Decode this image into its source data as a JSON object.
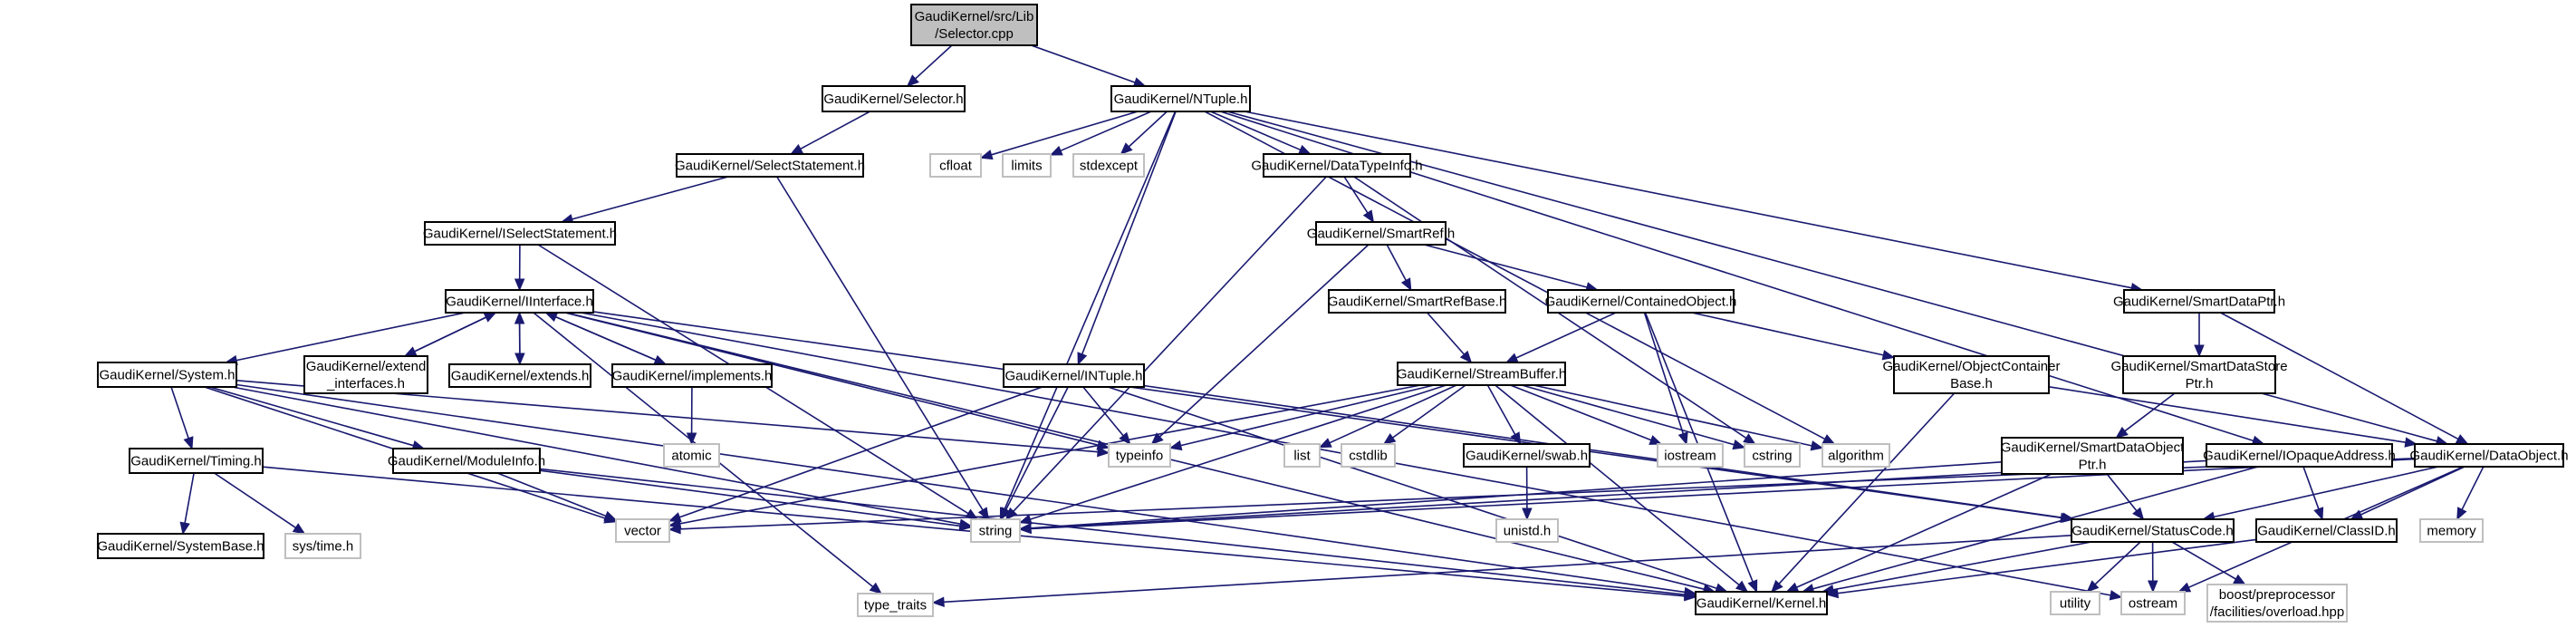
{
  "diagram": {
    "type": "include-dependency-graph",
    "colors": {
      "edge": "#191970",
      "root_fill": "#bfbfbf",
      "root_border": "#000000",
      "local_border": "#000000",
      "system_border": "#bfbfbf",
      "fill": "#ffffff"
    },
    "nodes": [
      {
        "id": "root",
        "lines": [
          "GaudiKernel/src/Lib",
          "/Selector.cpp"
        ],
        "kind": "root"
      },
      {
        "id": "selector_h",
        "lines": [
          "GaudiKernel/Selector.h"
        ],
        "kind": "local"
      },
      {
        "id": "ntuple_h",
        "lines": [
          "GaudiKernel/NTuple.h"
        ],
        "kind": "local"
      },
      {
        "id": "selectstatement_h",
        "lines": [
          "GaudiKernel/SelectStatement.h"
        ],
        "kind": "local"
      },
      {
        "id": "cfloat",
        "lines": [
          "cfloat"
        ],
        "kind": "system"
      },
      {
        "id": "limits",
        "lines": [
          "limits"
        ],
        "kind": "system"
      },
      {
        "id": "stdexcept",
        "lines": [
          "stdexcept"
        ],
        "kind": "system"
      },
      {
        "id": "datatypeinfo_h",
        "lines": [
          "GaudiKernel/DataTypeInfo.h"
        ],
        "kind": "local"
      },
      {
        "id": "iselectstatement_h",
        "lines": [
          "GaudiKernel/ISelectStatement.h"
        ],
        "kind": "local"
      },
      {
        "id": "smartref_h",
        "lines": [
          "GaudiKernel/SmartRef.h"
        ],
        "kind": "local"
      },
      {
        "id": "iinterface_h",
        "lines": [
          "GaudiKernel/IInterface.h"
        ],
        "kind": "local"
      },
      {
        "id": "smartrefbase_h",
        "lines": [
          "GaudiKernel/SmartRefBase.h"
        ],
        "kind": "local"
      },
      {
        "id": "containedobject_h",
        "lines": [
          "GaudiKernel/ContainedObject.h"
        ],
        "kind": "local"
      },
      {
        "id": "smartdataptr_h",
        "lines": [
          "GaudiKernel/SmartDataPtr.h"
        ],
        "kind": "local"
      },
      {
        "id": "system_h",
        "lines": [
          "GaudiKernel/System.h"
        ],
        "kind": "local"
      },
      {
        "id": "extend_interfaces_h",
        "lines": [
          "GaudiKernel/extend",
          "_interfaces.h"
        ],
        "kind": "local"
      },
      {
        "id": "extends_h",
        "lines": [
          "GaudiKernel/extends.h"
        ],
        "kind": "local"
      },
      {
        "id": "implements_h",
        "lines": [
          "GaudiKernel/implements.h"
        ],
        "kind": "local"
      },
      {
        "id": "intuple_h",
        "lines": [
          "GaudiKernel/INTuple.h"
        ],
        "kind": "local"
      },
      {
        "id": "streambuffer_h",
        "lines": [
          "GaudiKernel/StreamBuffer.h"
        ],
        "kind": "local"
      },
      {
        "id": "objectcontainerbase_h",
        "lines": [
          "GaudiKernel/ObjectContainer",
          "Base.h"
        ],
        "kind": "local"
      },
      {
        "id": "smartdatastoreptr_h",
        "lines": [
          "GaudiKernel/SmartDataStore",
          "Ptr.h"
        ],
        "kind": "local"
      },
      {
        "id": "timing_h",
        "lines": [
          "GaudiKernel/Timing.h"
        ],
        "kind": "local"
      },
      {
        "id": "moduleinfo_h",
        "lines": [
          "GaudiKernel/ModuleInfo.h"
        ],
        "kind": "local"
      },
      {
        "id": "atomic",
        "lines": [
          "atomic"
        ],
        "kind": "system"
      },
      {
        "id": "typeinfo",
        "lines": [
          "typeinfo"
        ],
        "kind": "system"
      },
      {
        "id": "list",
        "lines": [
          "list"
        ],
        "kind": "system"
      },
      {
        "id": "cstdlib",
        "lines": [
          "cstdlib"
        ],
        "kind": "system"
      },
      {
        "id": "swab_h",
        "lines": [
          "GaudiKernel/swab.h"
        ],
        "kind": "local"
      },
      {
        "id": "iostream",
        "lines": [
          "iostream"
        ],
        "kind": "system"
      },
      {
        "id": "cstring",
        "lines": [
          "cstring"
        ],
        "kind": "system"
      },
      {
        "id": "algorithm",
        "lines": [
          "algorithm"
        ],
        "kind": "system"
      },
      {
        "id": "smartdataobjectptr_h",
        "lines": [
          "GaudiKernel/SmartDataObject",
          "Ptr.h"
        ],
        "kind": "local"
      },
      {
        "id": "iopaqueaddress_h",
        "lines": [
          "GaudiKernel/IOpaqueAddress.h"
        ],
        "kind": "local"
      },
      {
        "id": "dataobject_h",
        "lines": [
          "GaudiKernel/DataObject.h"
        ],
        "kind": "local"
      },
      {
        "id": "vector",
        "lines": [
          "vector"
        ],
        "kind": "system"
      },
      {
        "id": "string",
        "lines": [
          "string"
        ],
        "kind": "system"
      },
      {
        "id": "unistd_h",
        "lines": [
          "unistd.h"
        ],
        "kind": "system"
      },
      {
        "id": "statuscode_h",
        "lines": [
          "GaudiKernel/StatusCode.h"
        ],
        "kind": "local"
      },
      {
        "id": "classid_h",
        "lines": [
          "GaudiKernel/ClassID.h"
        ],
        "kind": "local"
      },
      {
        "id": "memory",
        "lines": [
          "memory"
        ],
        "kind": "system"
      },
      {
        "id": "systembase_h",
        "lines": [
          "GaudiKernel/SystemBase.h"
        ],
        "kind": "local"
      },
      {
        "id": "sys_time_h",
        "lines": [
          "sys/time.h"
        ],
        "kind": "system"
      },
      {
        "id": "type_traits",
        "lines": [
          "type_traits"
        ],
        "kind": "system"
      },
      {
        "id": "kernel_h",
        "lines": [
          "GaudiKernel/Kernel.h"
        ],
        "kind": "local"
      },
      {
        "id": "utility",
        "lines": [
          "utility"
        ],
        "kind": "system"
      },
      {
        "id": "ostream",
        "lines": [
          "ostream"
        ],
        "kind": "system"
      },
      {
        "id": "boost_overload",
        "lines": [
          "boost/preprocessor",
          "/facilities/overload.hpp"
        ],
        "kind": "system"
      }
    ],
    "edges": [
      [
        "root",
        "selector_h"
      ],
      [
        "root",
        "ntuple_h"
      ],
      [
        "selector_h",
        "selectstatement_h"
      ],
      [
        "selectstatement_h",
        "iselectstatement_h"
      ],
      [
        "selectstatement_h",
        "string"
      ],
      [
        "iselectstatement_h",
        "iinterface_h"
      ],
      [
        "iselectstatement_h",
        "string"
      ],
      [
        "ntuple_h",
        "cfloat"
      ],
      [
        "ntuple_h",
        "limits"
      ],
      [
        "ntuple_h",
        "stdexcept"
      ],
      [
        "ntuple_h",
        "datatypeinfo_h"
      ],
      [
        "ntuple_h",
        "intuple_h"
      ],
      [
        "ntuple_h",
        "string"
      ],
      [
        "ntuple_h",
        "algorithm"
      ],
      [
        "ntuple_h",
        "smartdataptr_h"
      ],
      [
        "ntuple_h",
        "iopaqueaddress_h"
      ],
      [
        "ntuple_h",
        "dataobject_h"
      ],
      [
        "datatypeinfo_h",
        "smartref_h"
      ],
      [
        "datatypeinfo_h",
        "string"
      ],
      [
        "datatypeinfo_h",
        "cstring"
      ],
      [
        "smartref_h",
        "smartrefbase_h"
      ],
      [
        "smartref_h",
        "containedobject_h"
      ],
      [
        "smartref_h",
        "typeinfo"
      ],
      [
        "smartrefbase_h",
        "streambuffer_h"
      ],
      [
        "containedobject_h",
        "streambuffer_h"
      ],
      [
        "containedobject_h",
        "objectcontainerbase_h"
      ],
      [
        "containedobject_h",
        "iostream"
      ],
      [
        "containedobject_h",
        "kernel_h"
      ],
      [
        "objectcontainerbase_h",
        "dataobject_h"
      ],
      [
        "objectcontainerbase_h",
        "kernel_h"
      ],
      [
        "smartdataptr_h",
        "smartdatastoreptr_h"
      ],
      [
        "smartdataptr_h",
        "dataobject_h"
      ],
      [
        "smartdatastoreptr_h",
        "smartdataobjectptr_h"
      ],
      [
        "smartdataobjectptr_h",
        "statuscode_h"
      ],
      [
        "smartdataobjectptr_h",
        "string"
      ],
      [
        "smartdataobjectptr_h",
        "kernel_h"
      ],
      [
        "iopaqueaddress_h",
        "classid_h"
      ],
      [
        "iopaqueaddress_h",
        "string"
      ],
      [
        "iopaqueaddress_h",
        "kernel_h"
      ],
      [
        "dataobject_h",
        "statuscode_h"
      ],
      [
        "dataobject_h",
        "classid_h"
      ],
      [
        "dataobject_h",
        "memory"
      ],
      [
        "dataobject_h",
        "ostream"
      ],
      [
        "dataobject_h",
        "string"
      ],
      [
        "dataobject_h",
        "vector"
      ],
      [
        "streambuffer_h",
        "typeinfo"
      ],
      [
        "streambuffer_h",
        "list"
      ],
      [
        "streambuffer_h",
        "cstdlib"
      ],
      [
        "streambuffer_h",
        "swab_h"
      ],
      [
        "streambuffer_h",
        "iostream"
      ],
      [
        "streambuffer_h",
        "cstring"
      ],
      [
        "streambuffer_h",
        "algorithm"
      ],
      [
        "streambuffer_h",
        "string"
      ],
      [
        "streambuffer_h",
        "vector"
      ],
      [
        "streambuffer_h",
        "kernel_h"
      ],
      [
        "swab_h",
        "unistd_h"
      ],
      [
        "intuple_h",
        "typeinfo"
      ],
      [
        "intuple_h",
        "string"
      ],
      [
        "intuple_h",
        "vector"
      ],
      [
        "intuple_h",
        "statuscode_h"
      ],
      [
        "intuple_h",
        "kernel_h"
      ],
      [
        "iinterface_h",
        "system_h"
      ],
      [
        "iinterface_h",
        "extend_interfaces_h"
      ],
      [
        "iinterface_h",
        "extends_h"
      ],
      [
        "iinterface_h",
        "implements_h"
      ],
      [
        "iinterface_h",
        "typeinfo"
      ],
      [
        "iinterface_h",
        "statuscode_h"
      ],
      [
        "iinterface_h",
        "kernel_h"
      ],
      [
        "iinterface_h",
        "type_traits"
      ],
      [
        "iinterface_h",
        "ostream"
      ],
      [
        "extend_interfaces_h",
        "iinterface_h"
      ],
      [
        "extends_h",
        "iinterface_h"
      ],
      [
        "implements_h",
        "iinterface_h"
      ],
      [
        "implements_h",
        "atomic"
      ],
      [
        "system_h",
        "timing_h"
      ],
      [
        "system_h",
        "moduleinfo_h"
      ],
      [
        "system_h",
        "typeinfo"
      ],
      [
        "system_h",
        "string"
      ],
      [
        "system_h",
        "vector"
      ],
      [
        "system_h",
        "kernel_h"
      ],
      [
        "timing_h",
        "systembase_h"
      ],
      [
        "timing_h",
        "sys_time_h"
      ],
      [
        "timing_h",
        "kernel_h"
      ],
      [
        "moduleinfo_h",
        "string"
      ],
      [
        "moduleinfo_h",
        "vector"
      ],
      [
        "moduleinfo_h",
        "kernel_h"
      ],
      [
        "statuscode_h",
        "utility"
      ],
      [
        "statuscode_h",
        "ostream"
      ],
      [
        "statuscode_h",
        "boost_overload"
      ],
      [
        "statuscode_h",
        "kernel_h"
      ],
      [
        "statuscode_h",
        "type_traits"
      ],
      [
        "classid_h",
        "kernel_h"
      ]
    ]
  }
}
